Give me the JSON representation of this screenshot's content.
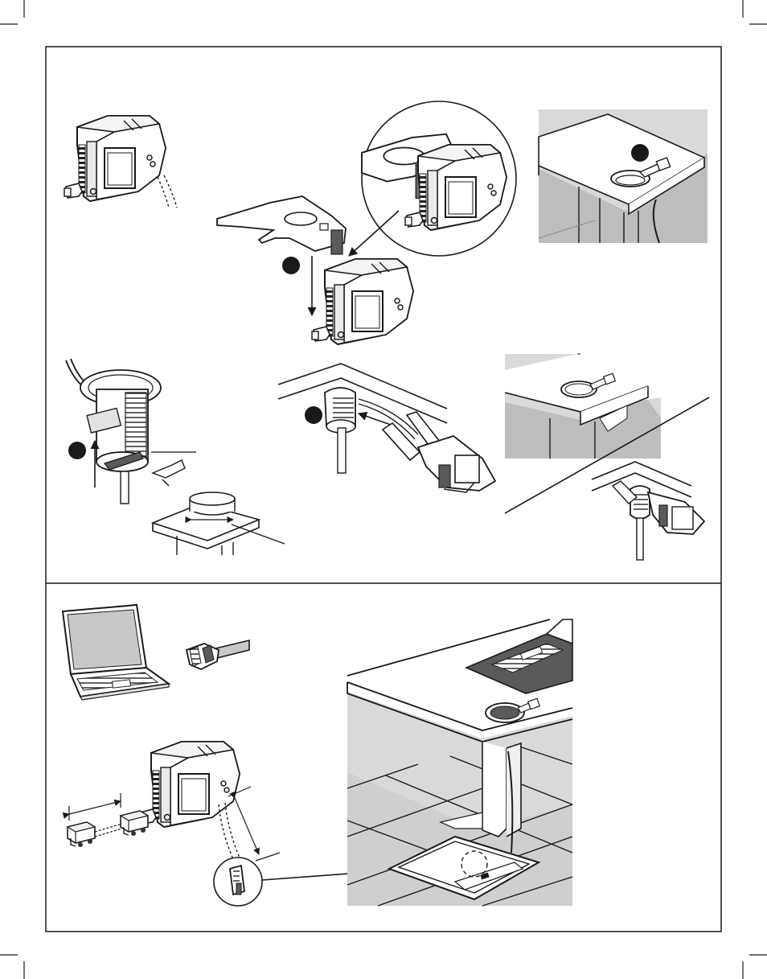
{
  "page": {
    "background": "#ffffff",
    "line_color": "#1a1a1a",
    "shade_light": "#d9d9d9",
    "shade_mid": "#bdbdbd",
    "shade_dark": "#5a5a5a"
  },
  "panels": {
    "top": {
      "steps": [
        {
          "id": "step-module",
          "icon": "module-icon"
        },
        {
          "id": "step-bracket",
          "icon": "bracket-icon",
          "marker": ""
        },
        {
          "id": "step-detail",
          "icon": "magnifier-detail-icon"
        },
        {
          "id": "step-desk-hole",
          "icon": "desk-grommet-icon",
          "marker": ""
        },
        {
          "id": "step-grommet",
          "icon": "grommet-insert-icon",
          "marker": ""
        },
        {
          "id": "step-mount",
          "icon": "under-desk-mount-icon",
          "marker": ""
        },
        {
          "id": "step-done",
          "icon": "installed-icon"
        }
      ]
    },
    "bottom": {
      "items": [
        {
          "id": "laptop",
          "icon": "laptop-icon"
        },
        {
          "id": "cable",
          "icon": "ethernet-cable-icon"
        },
        {
          "id": "module",
          "icon": "module-connect-icon"
        },
        {
          "id": "floor-box",
          "icon": "floor-box-icon"
        },
        {
          "id": "scene",
          "icon": "desk-scene-icon"
        }
      ]
    }
  }
}
